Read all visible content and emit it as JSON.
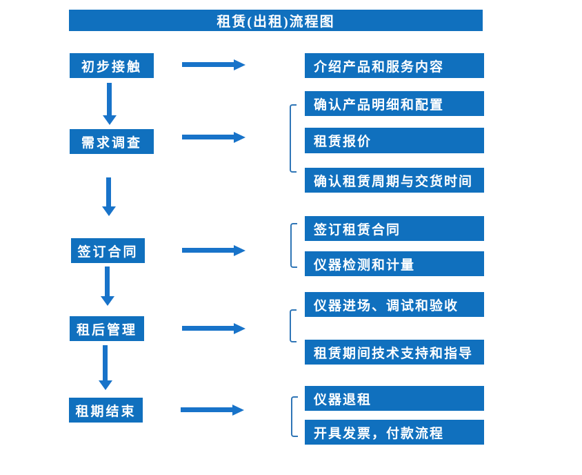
{
  "title": "租赁(出租)流程图",
  "colors": {
    "box_fill": "#1070BE",
    "arrow": "#1873C9",
    "bracket": "#2E75B6",
    "text": "#FFFFFF",
    "background": "#FFFFFF"
  },
  "rows": [
    {
      "step": "初步接触",
      "items": [
        "介绍产品和服务内容"
      ]
    },
    {
      "step": "需求调查",
      "items": [
        "确认产品明细和配置",
        "租赁报价",
        "确认租赁周期与交货时间"
      ]
    },
    {
      "step": "签订合同",
      "items": [
        "签订租赁合同",
        "仪器检测和计量"
      ]
    },
    {
      "step": "租后管理",
      "items": [
        "仪器进场、调试和验收",
        "租赁期间技术支持和指导"
      ]
    },
    {
      "step": "租期结束",
      "items": [
        "仪器退租",
        "开具发票，付款流程"
      ]
    }
  ]
}
